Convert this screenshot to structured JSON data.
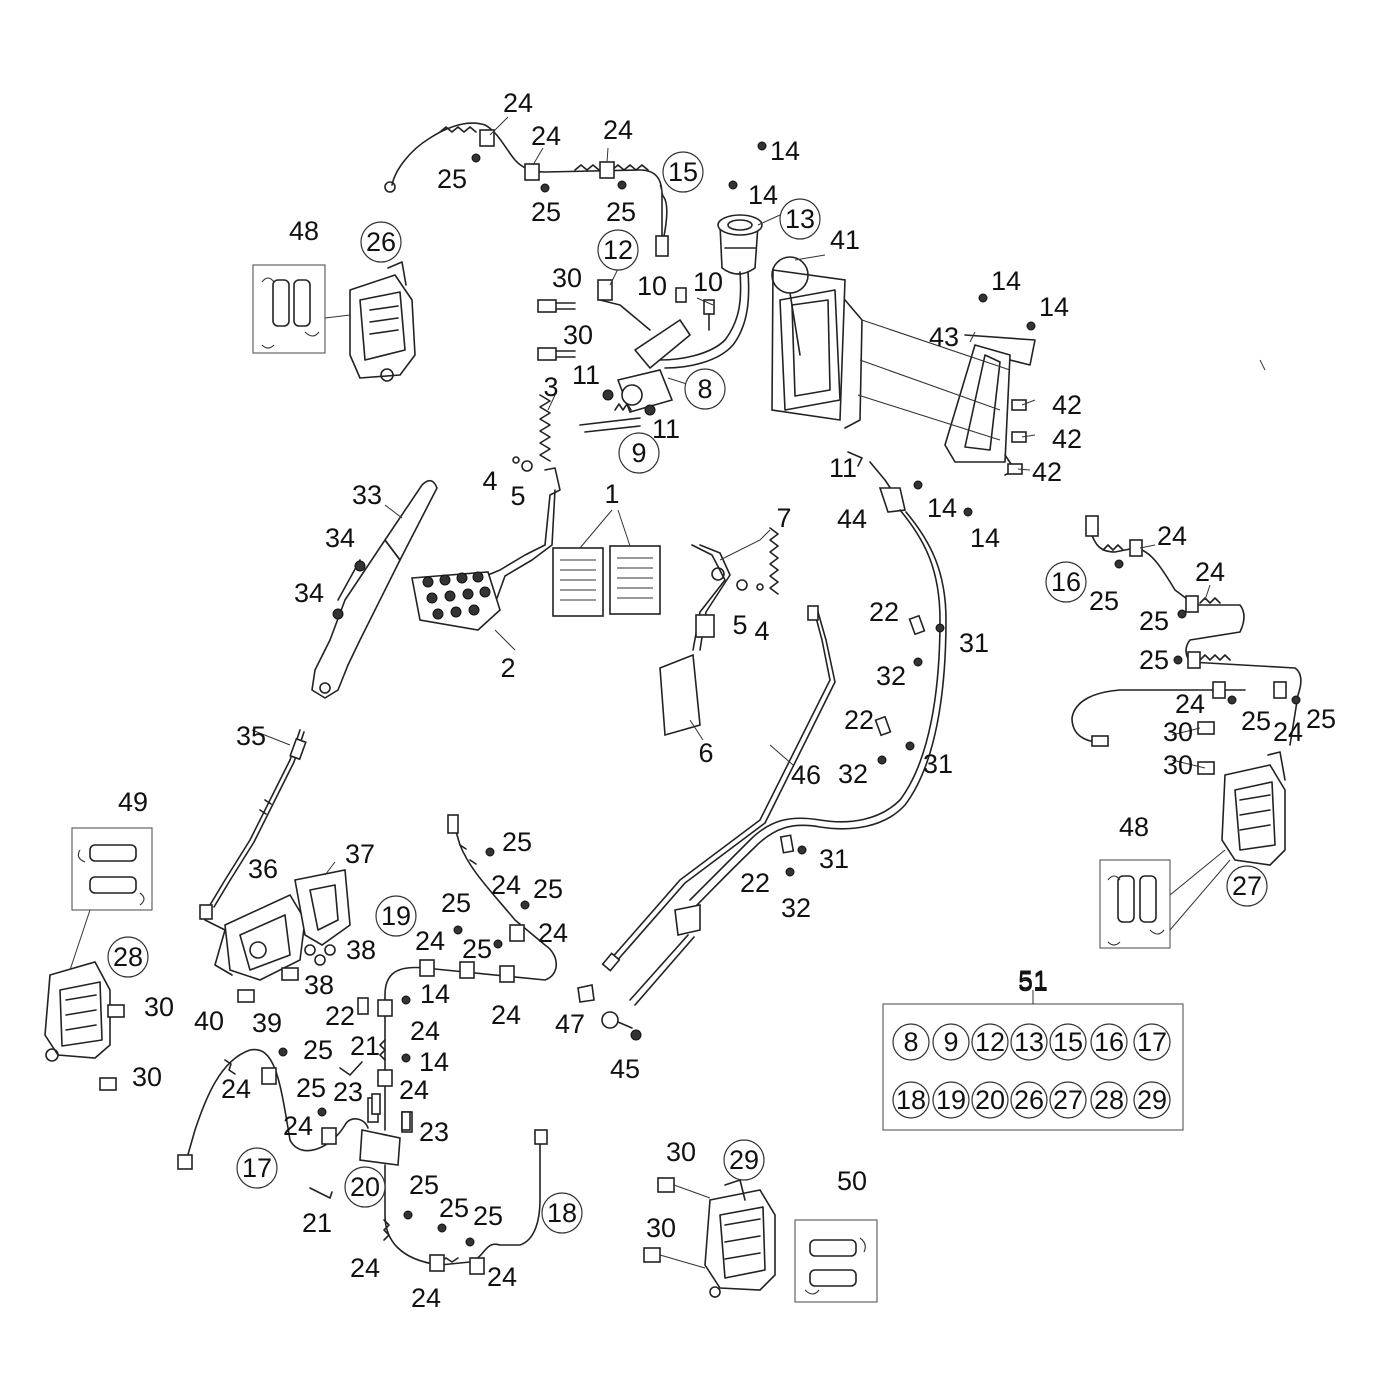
{
  "diagram": {
    "type": "exploded-parts-diagram",
    "subject": "brake pedal, parking brake and hydraulic brake lines assembly",
    "labels": [
      {
        "id": "l24a",
        "text": "24",
        "circled": false
      },
      {
        "id": "l24b",
        "text": "24",
        "circled": false
      },
      {
        "id": "l24c",
        "text": "24",
        "circled": false
      },
      {
        "id": "l14a",
        "text": "14",
        "circled": false
      },
      {
        "id": "l25a",
        "text": "25",
        "circled": false
      },
      {
        "id": "l15",
        "text": "15",
        "circled": true
      },
      {
        "id": "l25b",
        "text": "25",
        "circled": false
      },
      {
        "id": "l25c",
        "text": "25",
        "circled": false
      },
      {
        "id": "l14b",
        "text": "14",
        "circled": false
      },
      {
        "id": "l13",
        "text": "13",
        "circled": true
      },
      {
        "id": "l48a",
        "text": "48",
        "circled": false
      },
      {
        "id": "l26",
        "text": "26",
        "circled": true
      },
      {
        "id": "l41",
        "text": "41",
        "circled": false
      },
      {
        "id": "l12",
        "text": "12",
        "circled": true
      },
      {
        "id": "l30a",
        "text": "30",
        "circled": false
      },
      {
        "id": "l10a",
        "text": "10",
        "circled": false
      },
      {
        "id": "l10b",
        "text": "10",
        "circled": false
      },
      {
        "id": "l14c",
        "text": "14",
        "circled": false
      },
      {
        "id": "l14d",
        "text": "14",
        "circled": false
      },
      {
        "id": "l43",
        "text": "43",
        "circled": false
      },
      {
        "id": "l30b",
        "text": "30",
        "circled": false
      },
      {
        "id": "l11a",
        "text": "11",
        "circled": false
      },
      {
        "id": "l8",
        "text": "8",
        "circled": true
      },
      {
        "id": "l3",
        "text": "3",
        "circled": false
      },
      {
        "id": "l42a",
        "text": "42",
        "circled": false
      },
      {
        "id": "l11b",
        "text": "11",
        "circled": false
      },
      {
        "id": "l42b",
        "text": "42",
        "circled": false
      },
      {
        "id": "l9",
        "text": "9",
        "circled": true
      },
      {
        "id": "l11c",
        "text": "11",
        "circled": false
      },
      {
        "id": "l42c",
        "text": "42",
        "circled": false
      },
      {
        "id": "l4a",
        "text": "4",
        "circled": false
      },
      {
        "id": "l5a",
        "text": "5",
        "circled": false
      },
      {
        "id": "l33",
        "text": "33",
        "circled": false
      },
      {
        "id": "l1",
        "text": "1",
        "circled": false
      },
      {
        "id": "l14e",
        "text": "14",
        "circled": false
      },
      {
        "id": "l44",
        "text": "44",
        "circled": false
      },
      {
        "id": "l14f",
        "text": "14",
        "circled": false
      },
      {
        "id": "l7",
        "text": "7",
        "circled": false
      },
      {
        "id": "l34a",
        "text": "34",
        "circled": false
      },
      {
        "id": "l24d",
        "text": "24",
        "circled": false
      },
      {
        "id": "l16",
        "text": "16",
        "circled": true
      },
      {
        "id": "l24e",
        "text": "24",
        "circled": false
      },
      {
        "id": "l34b",
        "text": "34",
        "circled": false
      },
      {
        "id": "l25d",
        "text": "25",
        "circled": false
      },
      {
        "id": "l22a",
        "text": "22",
        "circled": false
      },
      {
        "id": "l31a",
        "text": "31",
        "circled": false
      },
      {
        "id": "l25e",
        "text": "25",
        "circled": false
      },
      {
        "id": "l5b",
        "text": "5",
        "circled": false
      },
      {
        "id": "l4b",
        "text": "4",
        "circled": false
      },
      {
        "id": "l25f",
        "text": "25",
        "circled": false
      },
      {
        "id": "l32a",
        "text": "32",
        "circled": false
      },
      {
        "id": "l2",
        "text": "2",
        "circled": false
      },
      {
        "id": "l24f",
        "text": "24",
        "circled": false
      },
      {
        "id": "l25g",
        "text": "25",
        "circled": false
      },
      {
        "id": "l25h",
        "text": "25",
        "circled": false
      },
      {
        "id": "l22b",
        "text": "22",
        "circled": false
      },
      {
        "id": "l30c",
        "text": "30",
        "circled": false
      },
      {
        "id": "l24g",
        "text": "24",
        "circled": false
      },
      {
        "id": "l35",
        "text": "35",
        "circled": false
      },
      {
        "id": "l6",
        "text": "6",
        "circled": false
      },
      {
        "id": "l32b",
        "text": "32",
        "circled": false
      },
      {
        "id": "l31b",
        "text": "31",
        "circled": false
      },
      {
        "id": "l30d",
        "text": "30",
        "circled": false
      },
      {
        "id": "l46",
        "text": "46",
        "circled": false
      },
      {
        "id": "l49",
        "text": "49",
        "circled": false
      },
      {
        "id": "l48b",
        "text": "48",
        "circled": false
      },
      {
        "id": "l25i",
        "text": "25",
        "circled": false
      },
      {
        "id": "l37",
        "text": "37",
        "circled": false
      },
      {
        "id": "l31c",
        "text": "31",
        "circled": false
      },
      {
        "id": "l36",
        "text": "36",
        "circled": false
      },
      {
        "id": "l22c",
        "text": "22",
        "circled": false
      },
      {
        "id": "l27",
        "text": "27",
        "circled": true
      },
      {
        "id": "l24h",
        "text": "24",
        "circled": false
      },
      {
        "id": "l25j",
        "text": "25",
        "circled": false
      },
      {
        "id": "l25k",
        "text": "25",
        "circled": false
      },
      {
        "id": "l32c",
        "text": "32",
        "circled": false
      },
      {
        "id": "l19",
        "text": "19",
        "circled": true
      },
      {
        "id": "l24i",
        "text": "24",
        "circled": false
      },
      {
        "id": "l25l",
        "text": "25",
        "circled": false
      },
      {
        "id": "l24j",
        "text": "24",
        "circled": false
      },
      {
        "id": "l28",
        "text": "28",
        "circled": true
      },
      {
        "id": "l38a",
        "text": "38",
        "circled": false
      },
      {
        "id": "l38b",
        "text": "38",
        "circled": false
      },
      {
        "id": "l51",
        "text": "51",
        "circled": false
      },
      {
        "id": "l30e",
        "text": "30",
        "circled": false
      },
      {
        "id": "l14g",
        "text": "14",
        "circled": false
      },
      {
        "id": "l24k",
        "text": "24",
        "circled": false
      },
      {
        "id": "l22d",
        "text": "22",
        "circled": false
      },
      {
        "id": "l40",
        "text": "40",
        "circled": false
      },
      {
        "id": "l39",
        "text": "39",
        "circled": false
      },
      {
        "id": "l24l",
        "text": "24",
        "circled": false
      },
      {
        "id": "l47",
        "text": "47",
        "circled": false
      },
      {
        "id": "l21a",
        "text": "21",
        "circled": false
      },
      {
        "id": "l25m",
        "text": "25",
        "circled": false
      },
      {
        "id": "l14h",
        "text": "14",
        "circled": false
      },
      {
        "id": "l45",
        "text": "45",
        "circled": false
      },
      {
        "id": "l30f",
        "text": "30",
        "circled": false
      },
      {
        "id": "l24m",
        "text": "24",
        "circled": false
      },
      {
        "id": "l25n",
        "text": "25",
        "circled": false
      },
      {
        "id": "l23a",
        "text": "23",
        "circled": false
      },
      {
        "id": "l24n",
        "text": "24",
        "circled": false
      },
      {
        "id": "l24o",
        "text": "24",
        "circled": false
      },
      {
        "id": "l23b",
        "text": "23",
        "circled": false
      },
      {
        "id": "l30g",
        "text": "30",
        "circled": false
      },
      {
        "id": "l17",
        "text": "17",
        "circled": true
      },
      {
        "id": "l29",
        "text": "29",
        "circled": true
      },
      {
        "id": "l20",
        "text": "20",
        "circled": true
      },
      {
        "id": "l25o",
        "text": "25",
        "circled": false
      },
      {
        "id": "l50",
        "text": "50",
        "circled": false
      },
      {
        "id": "l25p",
        "text": "25",
        "circled": false
      },
      {
        "id": "l25q",
        "text": "25",
        "circled": false
      },
      {
        "id": "l18",
        "text": "18",
        "circled": true
      },
      {
        "id": "l21b",
        "text": "21",
        "circled": false
      },
      {
        "id": "l30h",
        "text": "30",
        "circled": false
      },
      {
        "id": "l24p",
        "text": "24",
        "circled": false
      },
      {
        "id": "l24q",
        "text": "24",
        "circled": false
      },
      {
        "id": "l24r",
        "text": "24",
        "circled": false
      }
    ],
    "kit_box": {
      "label": "51",
      "row1": [
        "8",
        "9",
        "12",
        "13",
        "15",
        "16",
        "17"
      ],
      "row2": [
        "18",
        "19",
        "20",
        "26",
        "27",
        "28",
        "29"
      ]
    }
  }
}
